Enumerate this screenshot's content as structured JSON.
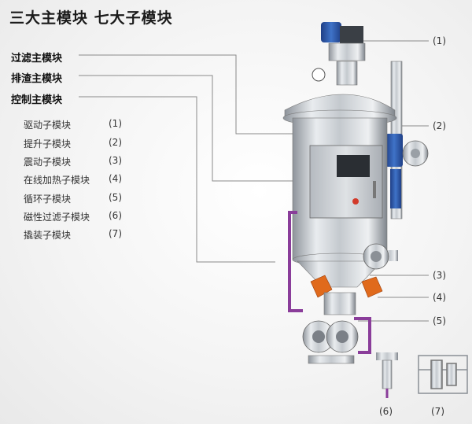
{
  "title": "三大主模块  七大子模块",
  "main_modules": [
    {
      "label": "过滤主模块"
    },
    {
      "label": "排渣主模块"
    },
    {
      "label": "控制主模块"
    }
  ],
  "sub_modules": [
    {
      "name": "驱动子模块",
      "num": "(1)"
    },
    {
      "name": "提升子模块",
      "num": "(2)"
    },
    {
      "name": "震动子模块",
      "num": "(3)"
    },
    {
      "name": "在线加热子模块",
      "num": "(4)"
    },
    {
      "name": "循环子模块",
      "num": "(5)"
    },
    {
      "name": "磁性过滤子模块",
      "num": "(6)"
    },
    {
      "name": "撬装子模块",
      "num": "(7)"
    }
  ],
  "callouts": [
    "(1)",
    "(2)",
    "(3)",
    "(4)",
    "(5)"
  ],
  "thumbnails": [
    "(6)",
    "(7)"
  ],
  "colors": {
    "accent_blue": "#2f5fb0",
    "accent_orange": "#e06a1c",
    "accent_purple": "#8a3d9a",
    "steel": "#c9ced4"
  }
}
